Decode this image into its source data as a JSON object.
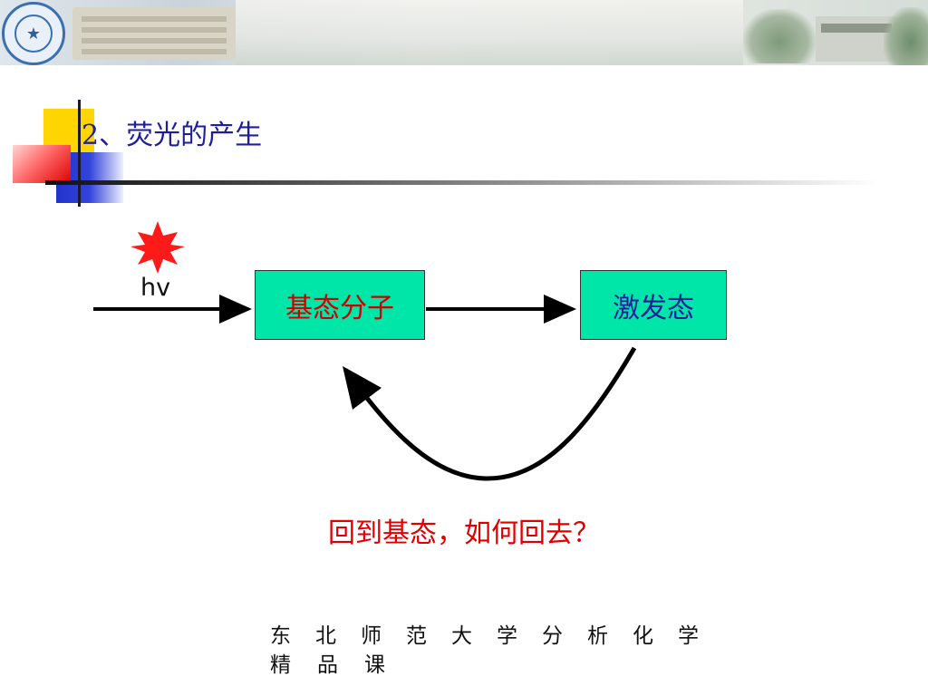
{
  "slide": {
    "title": "2、荧光的产生",
    "excitation_label": "hv",
    "ground_state": "基态分子",
    "excited_state": "激发态",
    "question": "回到基态，如何回去？",
    "footer": {
      "line1": [
        "东",
        "北",
        "师",
        "范",
        "大",
        "学",
        "分",
        "析",
        "化",
        "学"
      ],
      "line2": [
        "精",
        "品",
        "课"
      ]
    }
  },
  "icons": {
    "sun": "sun-icon",
    "logo": "university-logo"
  },
  "colors": {
    "title": "#1f1f99",
    "box_fill": "#00e6a8",
    "ground_text": "#d00000",
    "excited_text": "#1f1f99",
    "question": "#e00000",
    "sun": "#ff1a1a"
  }
}
